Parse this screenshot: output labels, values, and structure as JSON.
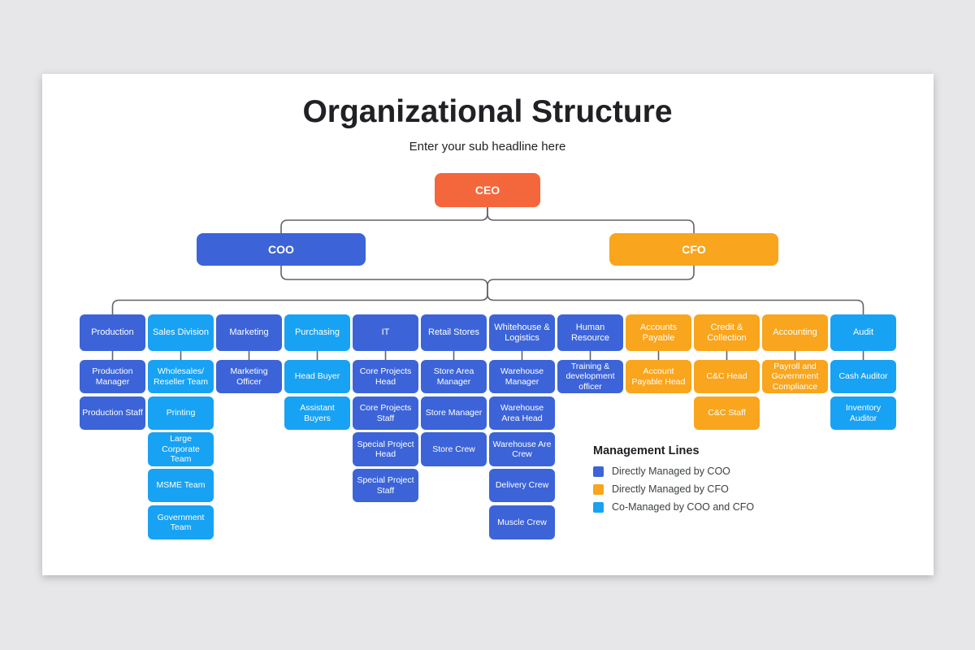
{
  "title": "Organizational Structure",
  "subtitle": "Enter your sub headline here",
  "colors": {
    "bg": "#E7E7E9",
    "card": "#FFFFFF",
    "ceo": "#F4673C",
    "blue": "#3C64D8",
    "orange": "#F9A51D",
    "lightblue": "#18A2F3",
    "connector": "#5F6368",
    "title": "#202124",
    "legend-text": "#3C4043"
  },
  "executives": {
    "ceo": "CEO",
    "coo": "COO",
    "cfo": "CFO"
  },
  "columns": [
    {
      "name": "production",
      "boxes": [
        {
          "row": 1,
          "color": "blue",
          "label": "Production"
        },
        {
          "row": 2,
          "color": "blue",
          "label": "Production Manager"
        },
        {
          "row": 3,
          "color": "blue",
          "label": "Production Staff"
        }
      ]
    },
    {
      "name": "sales-division",
      "boxes": [
        {
          "row": 1,
          "color": "lightblue",
          "label": "Sales Division"
        },
        {
          "row": 2,
          "color": "lightblue",
          "label": "Wholesales/ Reseller Team"
        },
        {
          "row": 3,
          "color": "lightblue",
          "label": "Printing"
        },
        {
          "row": 4,
          "color": "lightblue",
          "label": "Large Corporate Team"
        },
        {
          "row": 5,
          "color": "lightblue",
          "label": "MSME Team"
        },
        {
          "row": 6,
          "color": "lightblue",
          "label": "Government Team"
        }
      ]
    },
    {
      "name": "marketing",
      "boxes": [
        {
          "row": 1,
          "color": "blue",
          "label": "Marketing"
        },
        {
          "row": 2,
          "color": "blue",
          "label": "Marketing Officer"
        }
      ]
    },
    {
      "name": "purchasing",
      "boxes": [
        {
          "row": 1,
          "color": "lightblue",
          "label": "Purchasing"
        },
        {
          "row": 2,
          "color": "lightblue",
          "label": "Head Buyer"
        },
        {
          "row": 3,
          "color": "lightblue",
          "label": "Assistant Buyers"
        }
      ]
    },
    {
      "name": "it",
      "boxes": [
        {
          "row": 1,
          "color": "blue",
          "label": "IT"
        },
        {
          "row": 2,
          "color": "blue",
          "label": "Core Projects Head"
        },
        {
          "row": 3,
          "color": "blue",
          "label": "Core Projects Staff"
        },
        {
          "row": 4,
          "color": "blue",
          "label": "Special Project Head"
        },
        {
          "row": 5,
          "color": "blue",
          "label": "Special Project Staff"
        }
      ]
    },
    {
      "name": "retail-stores",
      "boxes": [
        {
          "row": 1,
          "color": "blue",
          "label": "Retail Stores"
        },
        {
          "row": 2,
          "color": "blue",
          "label": "Store Area Manager"
        },
        {
          "row": 3,
          "color": "blue",
          "label": "Store Manager"
        },
        {
          "row": 4,
          "color": "blue",
          "label": "Store Crew"
        }
      ]
    },
    {
      "name": "whitehouse-logistics",
      "boxes": [
        {
          "row": 1,
          "color": "blue",
          "label": "Whitehouse & Logistics"
        },
        {
          "row": 2,
          "color": "blue",
          "label": "Warehouse Manager"
        },
        {
          "row": 3,
          "color": "blue",
          "label": "Warehouse Area Head"
        },
        {
          "row": 4,
          "color": "blue",
          "label": "Warehouse Are Crew"
        },
        {
          "row": 5,
          "color": "blue",
          "label": "Delivery Crew"
        },
        {
          "row": 6,
          "color": "blue",
          "label": "Muscle Crew"
        }
      ]
    },
    {
      "name": "human-resource",
      "boxes": [
        {
          "row": 1,
          "color": "blue",
          "label": "Human Resource"
        },
        {
          "row": 2,
          "color": "blue",
          "label": "Training & development officer"
        }
      ]
    },
    {
      "name": "accounts-payable",
      "boxes": [
        {
          "row": 1,
          "color": "orange",
          "label": "Accounts Payable"
        },
        {
          "row": 2,
          "color": "orange",
          "label": "Account Payable Head"
        }
      ]
    },
    {
      "name": "credit-collection",
      "boxes": [
        {
          "row": 1,
          "color": "orange",
          "label": "Credit & Collection"
        },
        {
          "row": 2,
          "color": "orange",
          "label": "C&C Head"
        },
        {
          "row": 3,
          "color": "orange",
          "label": "C&C Staff"
        }
      ]
    },
    {
      "name": "accounting",
      "boxes": [
        {
          "row": 1,
          "color": "orange",
          "label": "Accounting"
        },
        {
          "row": 2,
          "color": "orange",
          "label": "Payroll and Government Compliance"
        }
      ]
    },
    {
      "name": "audit",
      "boxes": [
        {
          "row": 1,
          "color": "lightblue",
          "label": "Audit"
        },
        {
          "row": 2,
          "color": "lightblue",
          "label": "Cash Auditor"
        },
        {
          "row": 3,
          "color": "lightblue",
          "label": "Inventory Auditor"
        }
      ]
    }
  ],
  "legend": {
    "title": "Management Lines",
    "items": [
      {
        "color": "blue",
        "label": "Directly Managed by COO"
      },
      {
        "color": "orange",
        "label": "Directly Managed by CFO"
      },
      {
        "color": "lightblue",
        "label": "Co-Managed by COO and CFO"
      }
    ]
  }
}
